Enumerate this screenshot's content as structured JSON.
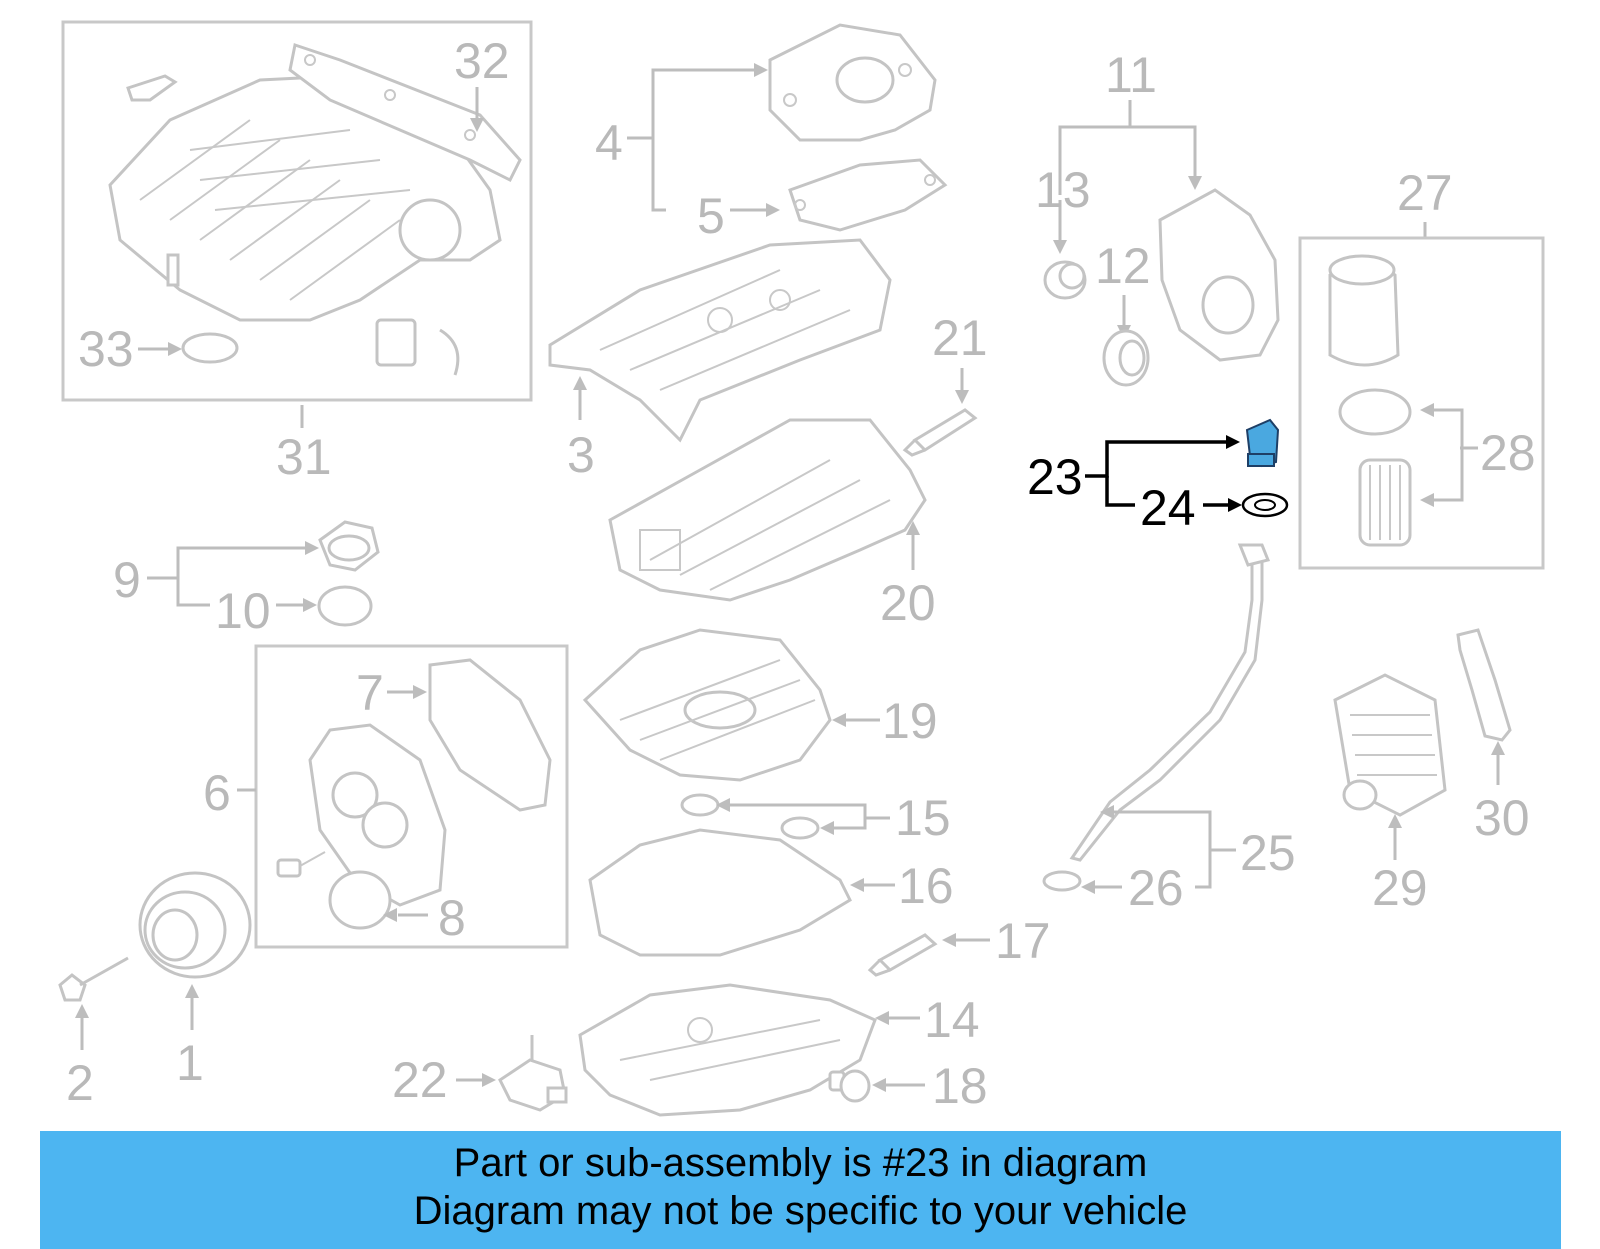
{
  "colors": {
    "highlight_part": "#4aa8e0",
    "banner_background": "#4db5f1",
    "muted_line": "#bdbdbd",
    "highlight_line": "#000000"
  },
  "callouts": {
    "n1": "1",
    "n2": "2",
    "n3": "3",
    "n4": "4",
    "n5": "5",
    "n6": "6",
    "n7": "7",
    "n8": "8",
    "n9": "9",
    "n10": "10",
    "n11": "11",
    "n12": "12",
    "n13": "13",
    "n14": "14",
    "n15": "15",
    "n16": "16",
    "n17": "17",
    "n18": "18",
    "n19": "19",
    "n20": "20",
    "n21": "21",
    "n22": "22",
    "n23": "23",
    "n24": "24",
    "n25": "25",
    "n26": "26",
    "n27": "27",
    "n28": "28",
    "n29": "29",
    "n30": "30",
    "n31": "31",
    "n32": "32",
    "n33": "33"
  },
  "highlighted_callouts": [
    "23",
    "24"
  ],
  "banner": {
    "line1": "Part or sub-assembly is #23 in diagram",
    "line2": "Diagram may not be specific to your vehicle"
  }
}
